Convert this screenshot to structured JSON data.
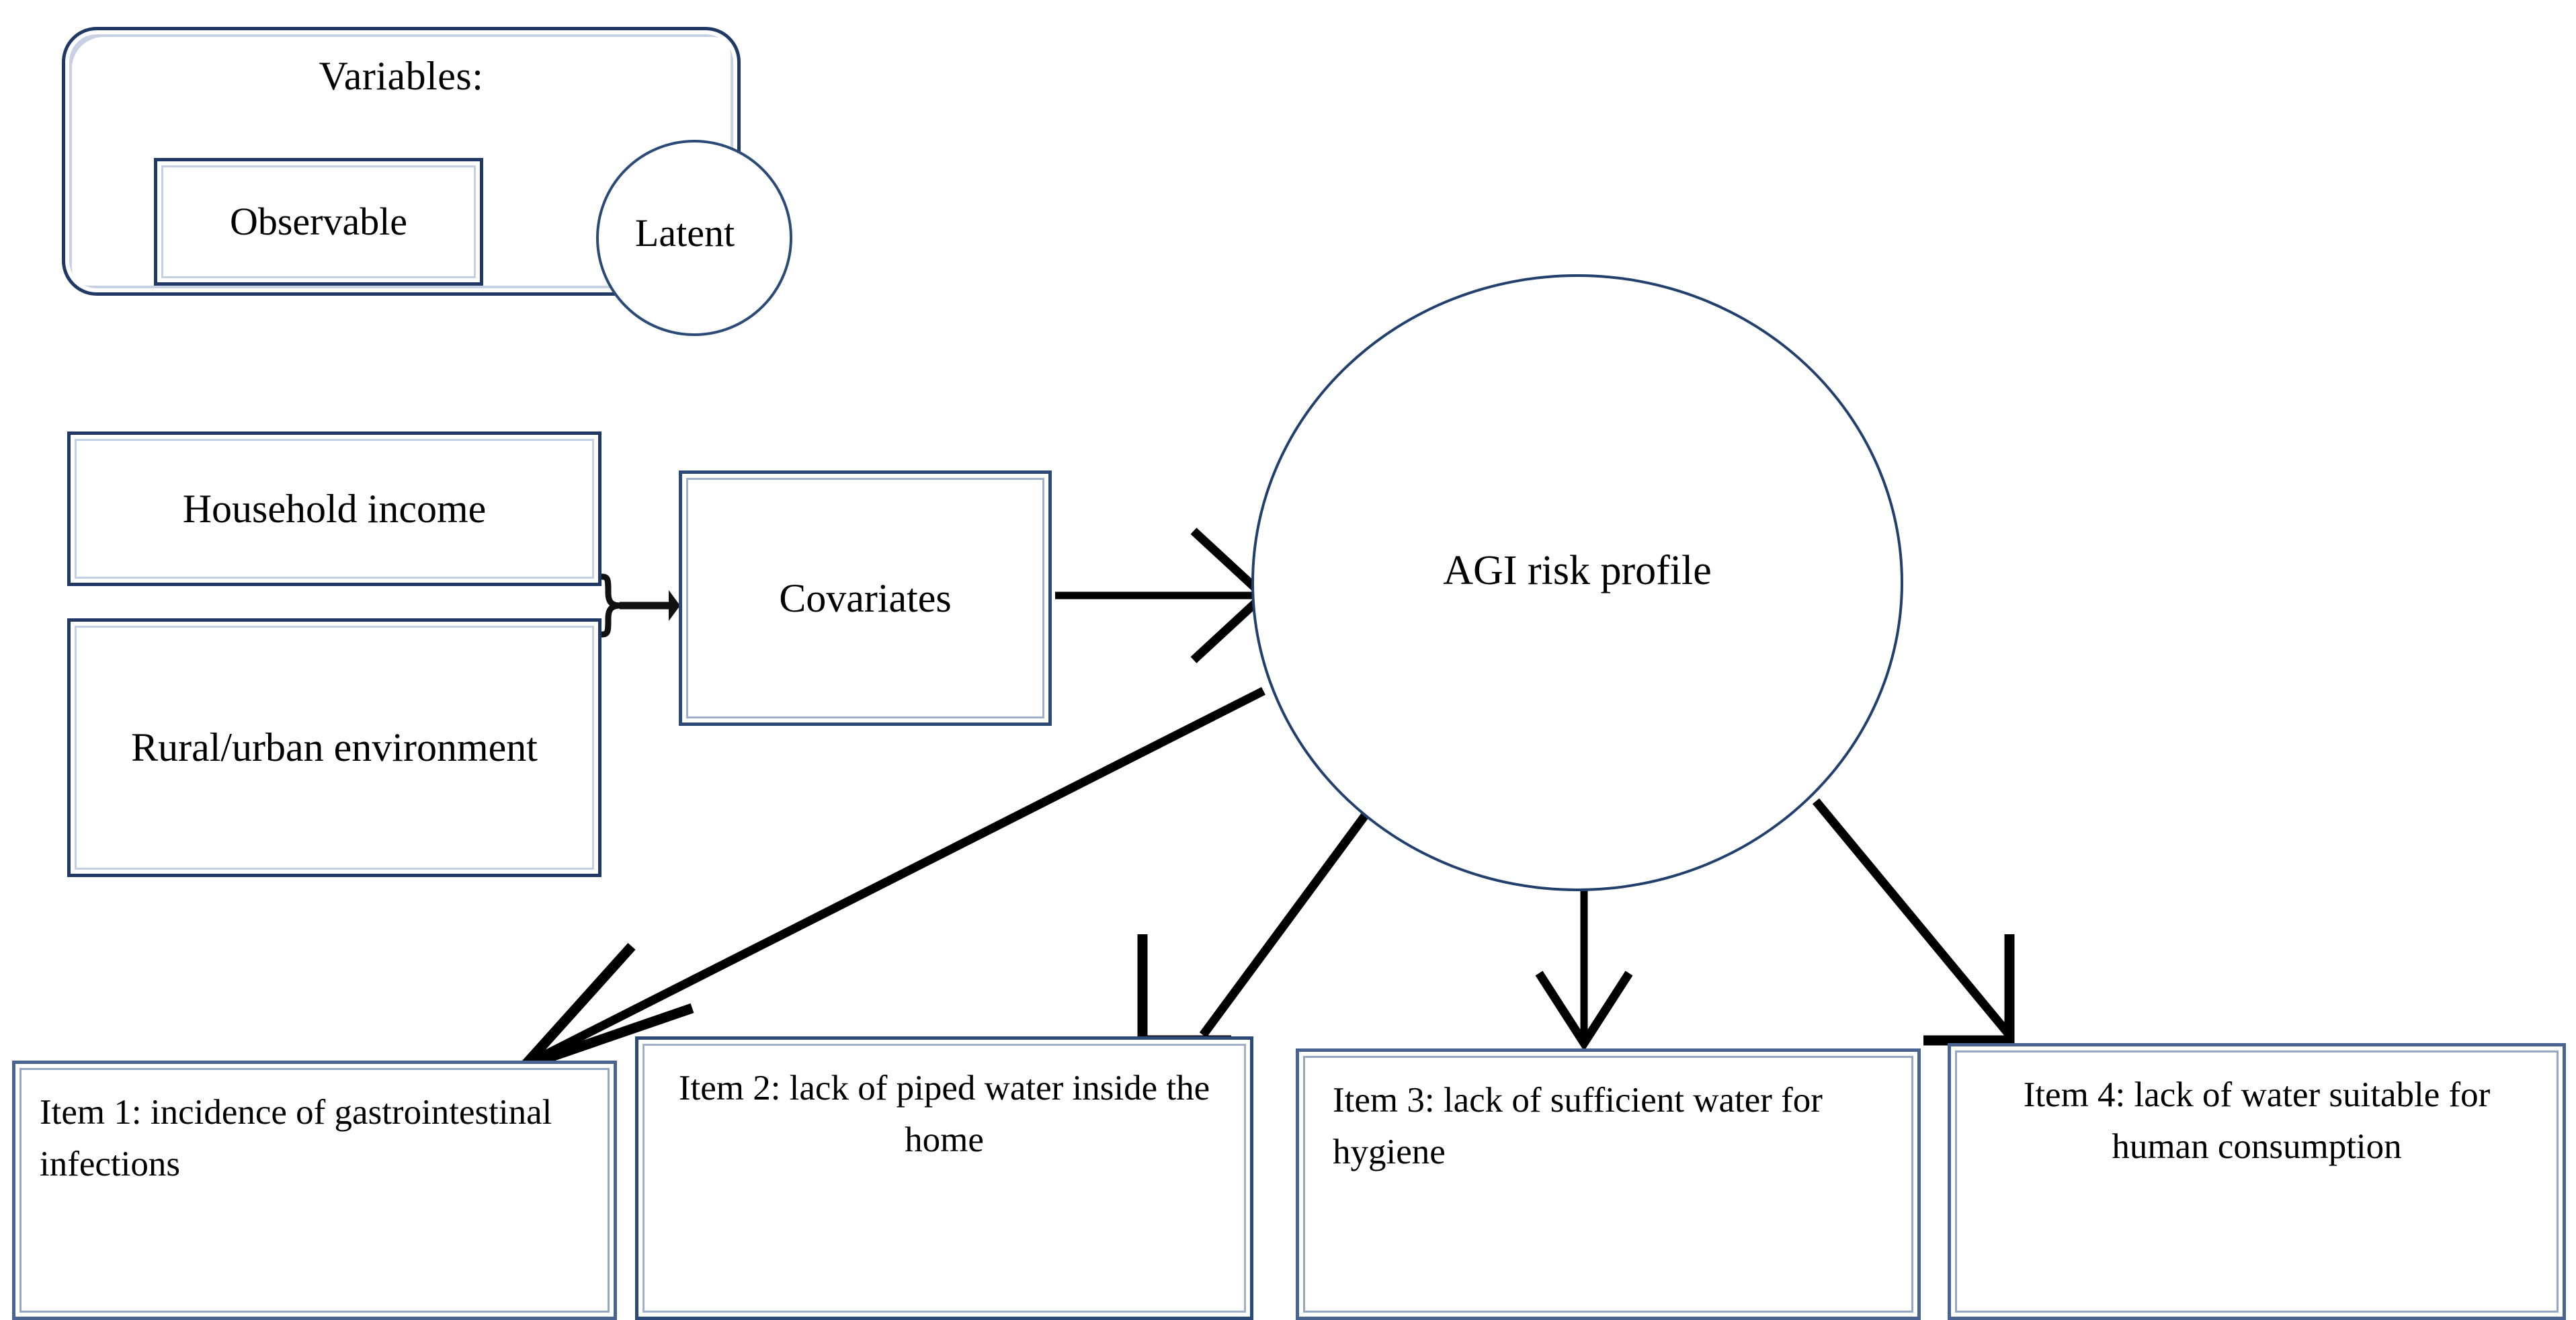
{
  "legend": {
    "title": "Variables:",
    "observable_label": "Observable",
    "latent_label": "Latent"
  },
  "nodes": {
    "household_income": "Household income",
    "rural_urban": "Rural/urban environment",
    "covariates": "Covariates",
    "agi_risk_profile": "AGI risk profile"
  },
  "items": [
    {
      "id": "item-1",
      "text": "Item 1: incidence of gastrointestinal infections"
    },
    {
      "id": "item-2",
      "text": "Item 2: lack of piped water inside the home"
    },
    {
      "id": "item-3",
      "text": "Item 3: lack of sufficient water for hygiene"
    },
    {
      "id": "item-4",
      "text": "Item 4: lack of water suitable for human consumption"
    }
  ],
  "colors": {
    "navy_outline": "#1f3864",
    "steel_outline": "#4a6491",
    "inner_rim": "#c3cfe2",
    "circle_outline": "#22406e",
    "arrow": "#000000",
    "background": "#ffffff",
    "text": "#000000"
  },
  "connectors": [
    {
      "name": "brace-to-covariates",
      "from": "household_income + rural_urban",
      "to": "covariates",
      "style": "curly-brace-arrow"
    },
    {
      "name": "covariates-to-agi",
      "from": "covariates",
      "to": "agi_risk_profile",
      "style": "straight-arrow-right"
    },
    {
      "name": "agi-to-item1",
      "from": "agi_risk_profile",
      "to": "item-1",
      "style": "diagonal-arrow-down-left"
    },
    {
      "name": "agi-to-item2",
      "from": "agi_risk_profile",
      "to": "item-2",
      "style": "diagonal-arrow-down-left"
    },
    {
      "name": "agi-to-item3",
      "from": "agi_risk_profile",
      "to": "item-3",
      "style": "vertical-arrow-down"
    },
    {
      "name": "agi-to-item4",
      "from": "agi_risk_profile",
      "to": "item-4",
      "style": "diagonal-arrow-down-right"
    }
  ]
}
